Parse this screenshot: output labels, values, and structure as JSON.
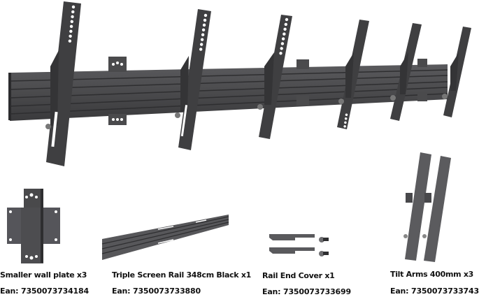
{
  "image": {
    "subject": "triple-screen video wall rail mount with tilt arms",
    "colors": {
      "metal_dark": "#3d3d3f",
      "metal_mid": "#545457",
      "metal_light": "#6b6b6e",
      "hole": "#ffffff",
      "text": "#111111"
    }
  },
  "parts": [
    {
      "name": "Smaller wall plate x3",
      "ean_label": "Ean:",
      "ean": "7350073734184"
    },
    {
      "name": "Triple Screen Rail 348cm Black x1",
      "ean_label": "Ean:",
      "ean": "7350073733880"
    },
    {
      "name": "Rail End Cover x1",
      "ean_label": "Ean:",
      "ean": "7350073733699"
    },
    {
      "name": "Tilt Arms 400mm x3",
      "ean_label": "Ean:",
      "ean": "7350073733743"
    }
  ]
}
